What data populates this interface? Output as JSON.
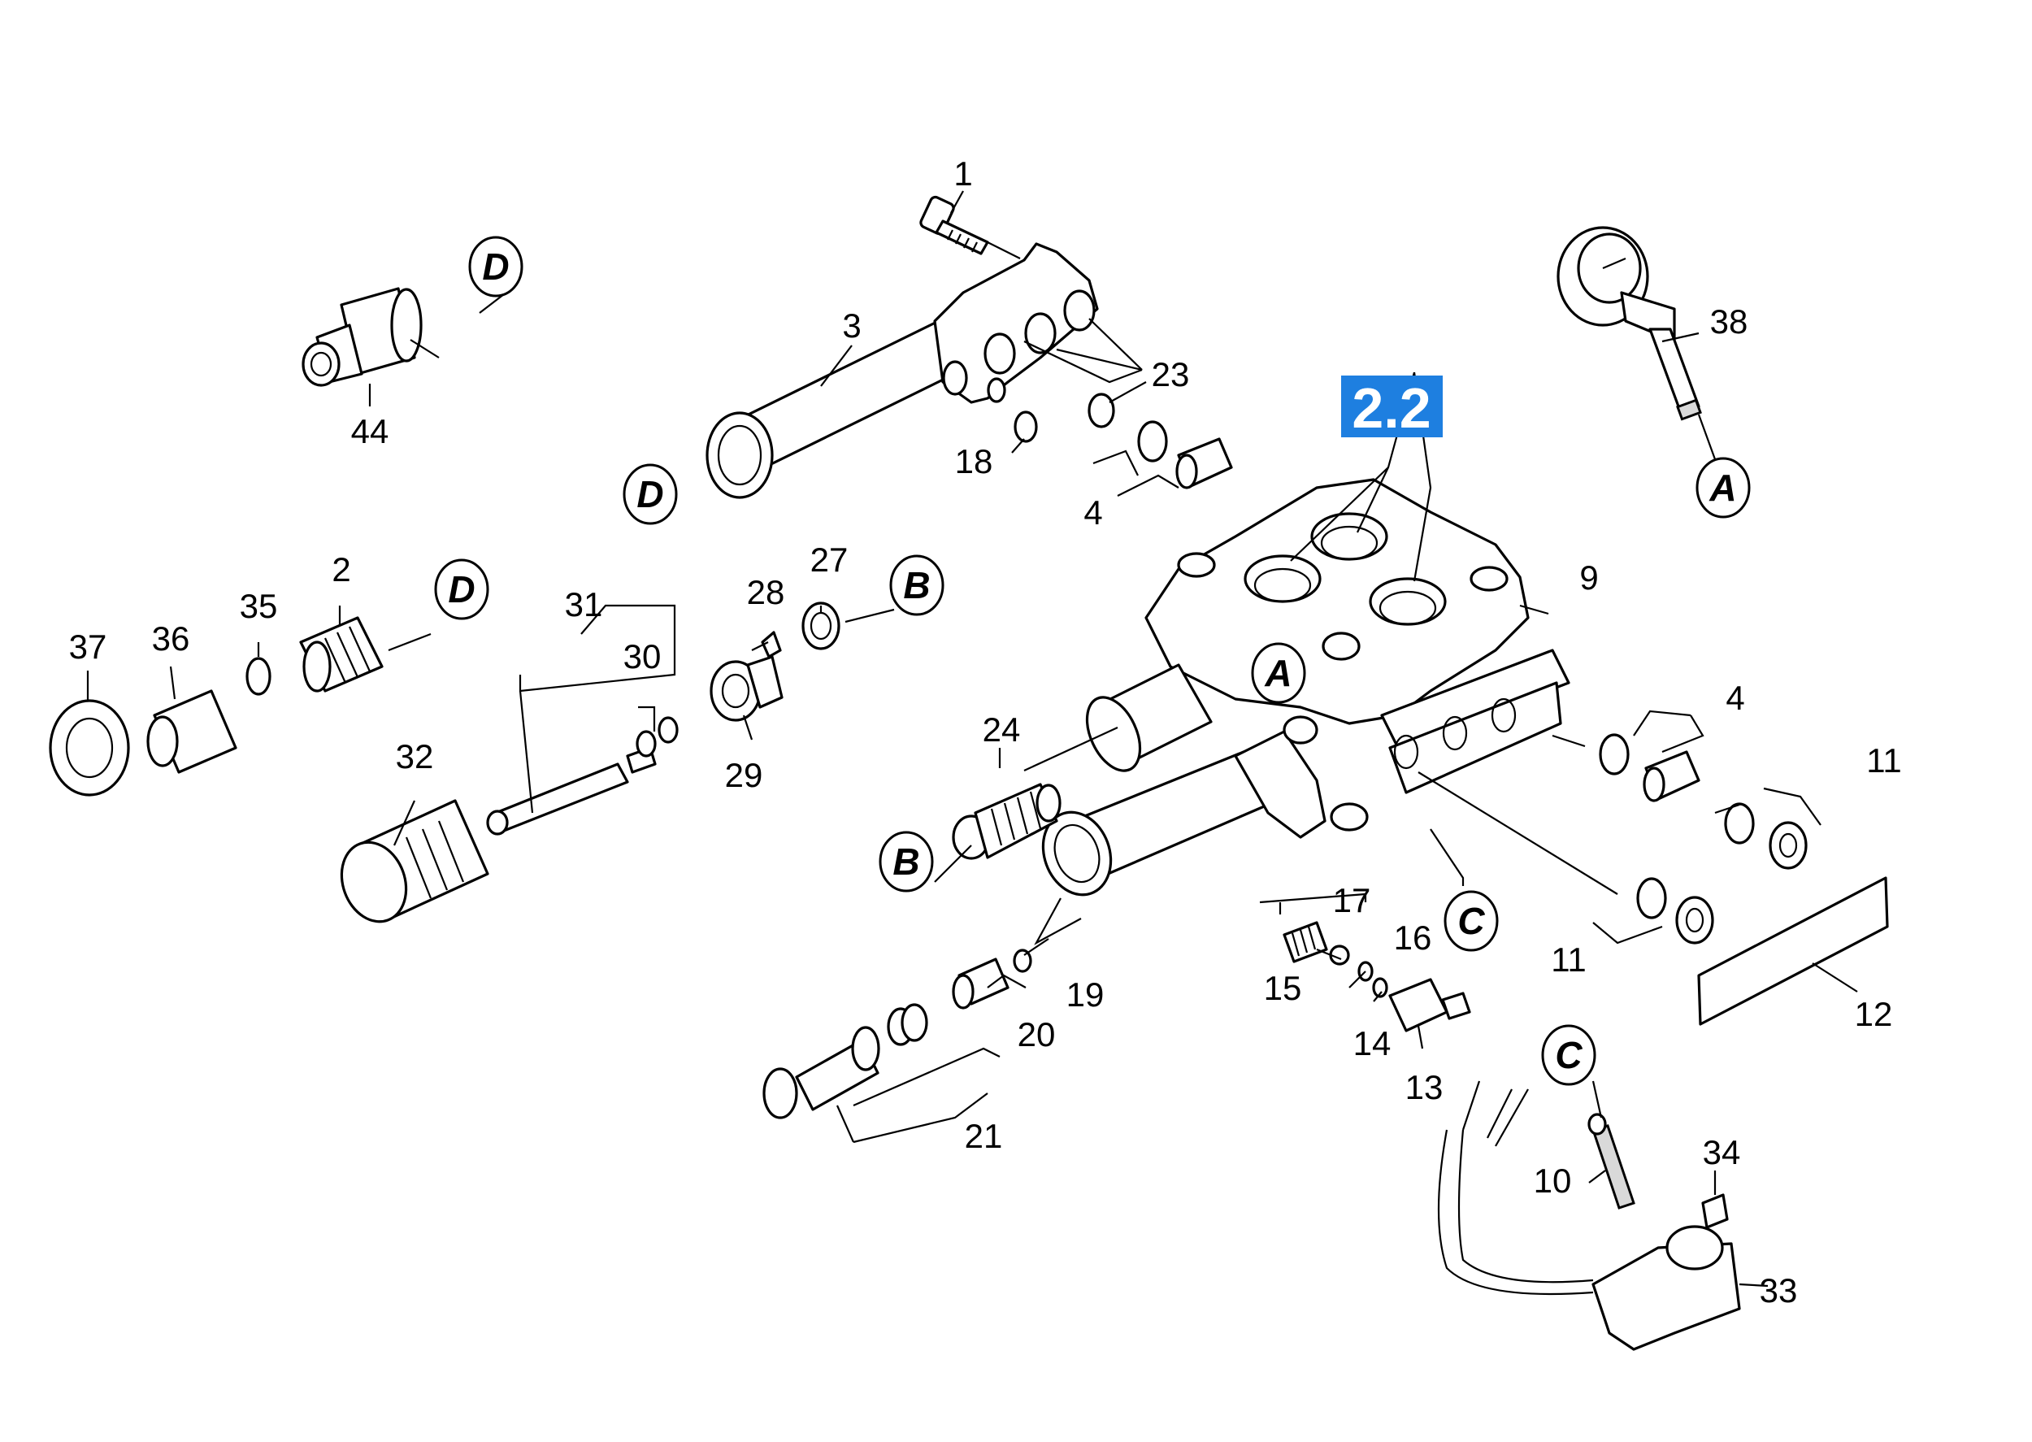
{
  "badge": {
    "label": "2.2",
    "color": "#1e7fe0"
  },
  "callouts": {
    "n1": "1",
    "n2": "2",
    "n3": "3",
    "n4a": "4",
    "n4b": "4",
    "n9": "9",
    "n10": "10",
    "n11a": "11",
    "n11b": "11",
    "n12": "12",
    "n13": "13",
    "n14": "14",
    "n15": "15",
    "n16": "16",
    "n17": "17",
    "n18": "18",
    "n19": "19",
    "n20": "20",
    "n21": "21",
    "n23": "23",
    "n24": "24",
    "n27": "27",
    "n28": "28",
    "n29": "29",
    "n30": "30",
    "n31": "31",
    "n32": "32",
    "n33": "33",
    "n34": "34",
    "n35": "35",
    "n36": "36",
    "n37": "37",
    "n38": "38",
    "n44": "44"
  },
  "connectors": {
    "d1": "D",
    "d2": "D",
    "d3": "D",
    "a1": "A",
    "a2": "A",
    "b1": "B",
    "b2": "B",
    "c1": "C",
    "c2": "C"
  }
}
